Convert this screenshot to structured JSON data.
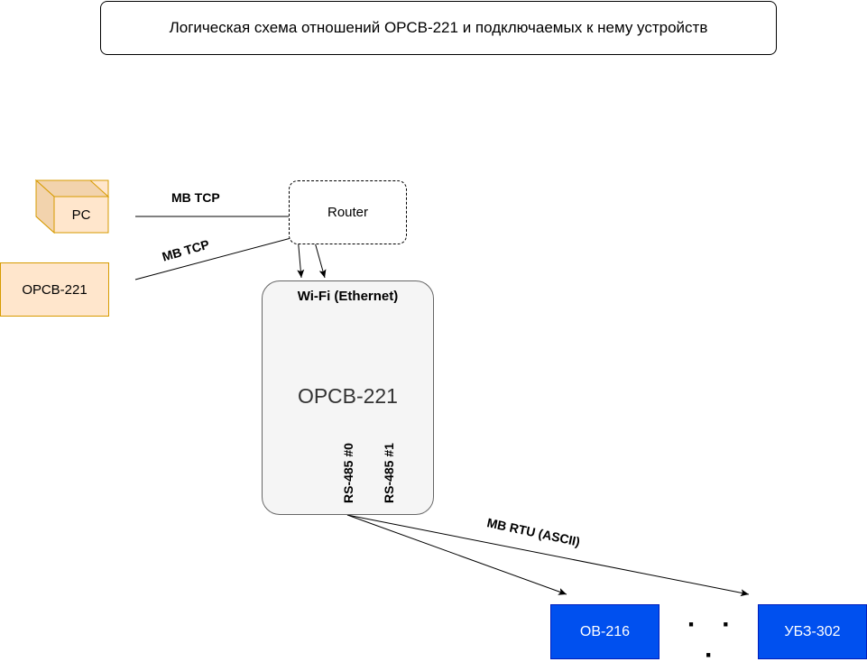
{
  "title": "Логическая схема отношений ОРСВ-221 и подключаемых к нему устройств",
  "nodes": {
    "pc": "PC",
    "orcb_left": "ОРСВ-221",
    "router": "Router",
    "main_device": {
      "interface_label": "Wi-Fi (Ethernet)",
      "name": "ОРСВ-221",
      "port0": "RS-485 #0",
      "port1": "RS-485 #1"
    },
    "ob216": "ОВ-216",
    "ubz302": "УБЗ-302",
    "ellipsis": "· · ·"
  },
  "edges": {
    "pc_protocol": "MB TCP",
    "orcb_protocol": "MB TCP",
    "rtu_protocol": "MB RTU (ASCII)"
  },
  "colors": {
    "peach_fill": "#ffe6cc",
    "peach_border": "#d79b00",
    "blue_fill": "#0050ef",
    "blue_border": "#001dbc",
    "main_fill": "#f5f5f5",
    "main_border": "#666666"
  }
}
